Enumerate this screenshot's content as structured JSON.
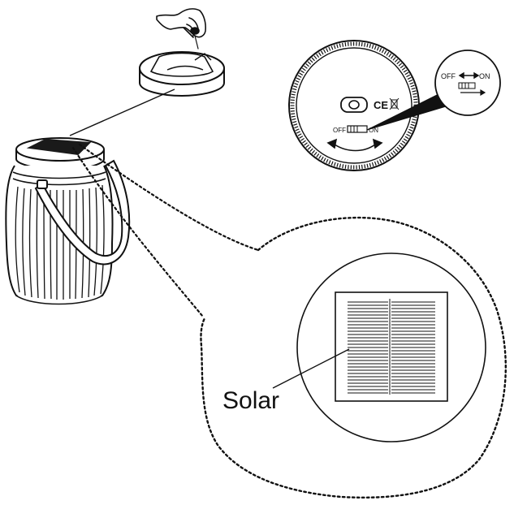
{
  "labels": {
    "solar": "Solar",
    "switch_off": "OFF",
    "switch_on": "ON",
    "callout_off": "OFF",
    "callout_on": "ON",
    "ce_mark": "CE"
  },
  "colors": {
    "ink": "#111111",
    "panel_dark": "#1a1a1a",
    "background": "#ffffff"
  }
}
